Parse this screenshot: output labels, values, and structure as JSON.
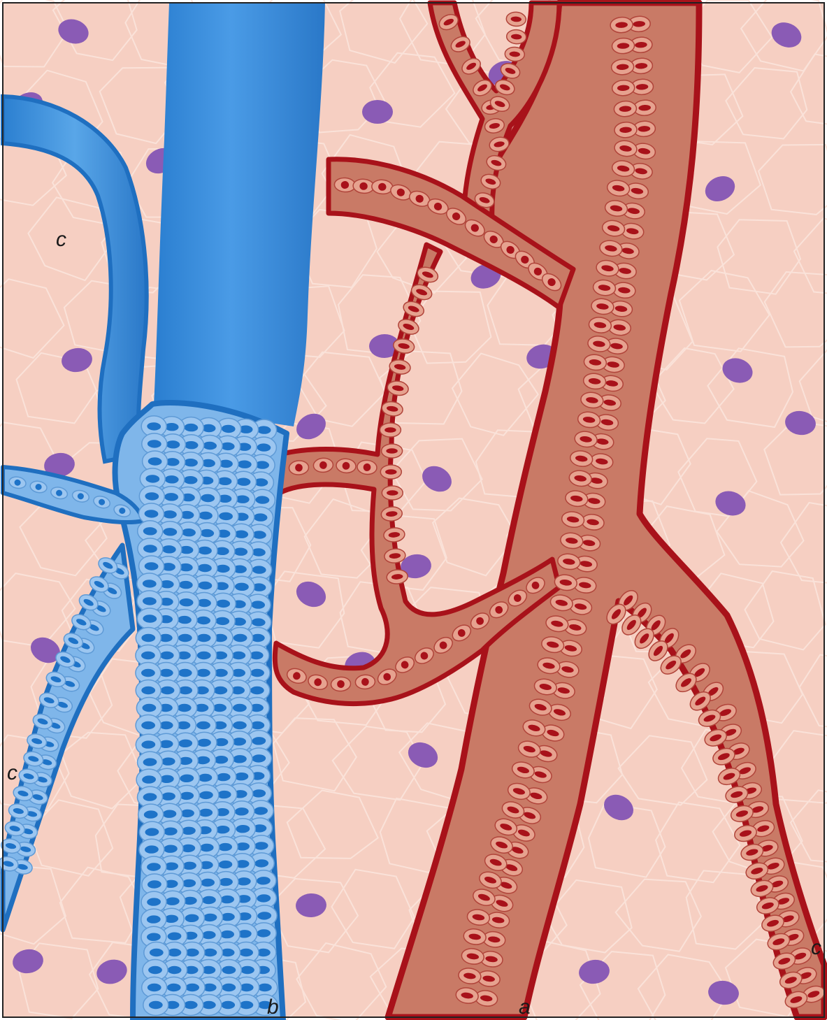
{
  "labels": {
    "a": "a",
    "b": "b",
    "c_upper_left": "c",
    "c_lower_left": "c",
    "c_lower_right": "c"
  },
  "colors": {
    "tissue": "#f6cfc2",
    "tissue_lines": "#fbe6de",
    "nucleus": "#8a5bb5",
    "vein": "#2f86d6",
    "vein_dark": "#1f6fc0",
    "vein_light": "#6aa9e6",
    "vein_cell": "#9cc6f0",
    "vein_nucleus": "#1e73c8",
    "artery_fill": "#c97a66",
    "artery_wall": "#a8121a",
    "artery_cell": "#e6a28f",
    "artery_nucleus": "#a8121a"
  }
}
